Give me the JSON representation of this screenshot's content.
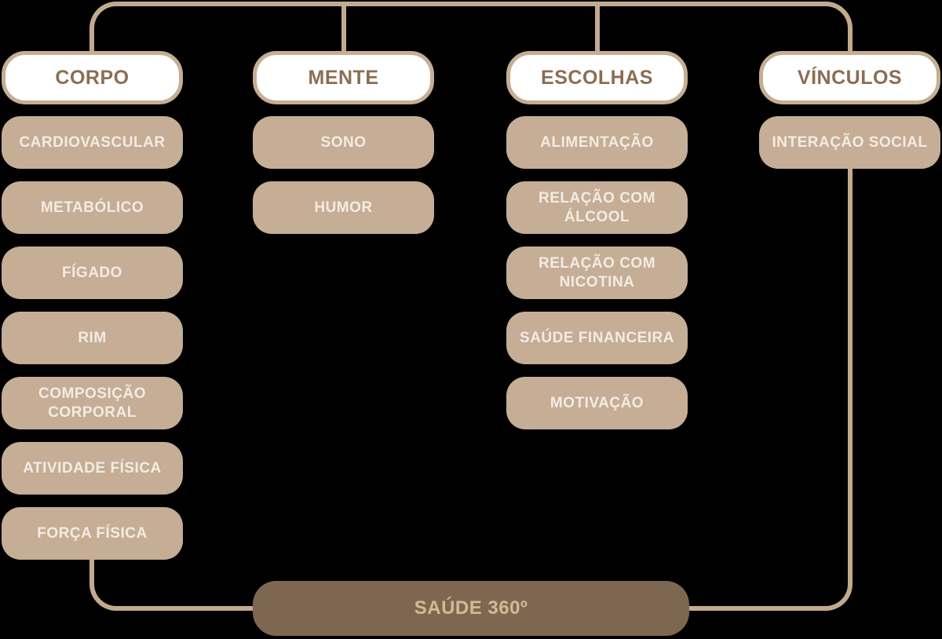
{
  "palette": {
    "background": "#000000",
    "connector_line": "#C3AA8E",
    "item_fill": "#C5AD96",
    "item_text": "#F3ECE2",
    "header_fill": "#FFFFFF",
    "header_border": "#C6AE93",
    "header_text": "#8A6E52",
    "root_fill": "#7D6751",
    "root_text": "#D3B999"
  },
  "diagram": {
    "root_label": "SAÚDE 360º",
    "columns": [
      {
        "header": "CORPO",
        "items": [
          "CARDIOVASCULAR",
          "METABÓLICO",
          "FÍGADO",
          "RIM",
          "COMPOSIÇÃO\nCORPORAL",
          "ATIVIDADE FÍSICA",
          "FORÇA FÍSICA"
        ]
      },
      {
        "header": "MENTE",
        "items": [
          "SONO",
          "HUMOR"
        ]
      },
      {
        "header": "ESCOLHAS",
        "items": [
          "ALIMENTAÇÃO",
          "RELAÇÃO COM\nÁLCOOL",
          "RELAÇÃO COM\nNICOTINA",
          "SAÚDE FINANCEIRA",
          "MOTIVAÇÃO"
        ]
      },
      {
        "header": "VÍNCULOS",
        "items": [
          "INTERAÇÃO SOCIAL"
        ]
      }
    ]
  }
}
